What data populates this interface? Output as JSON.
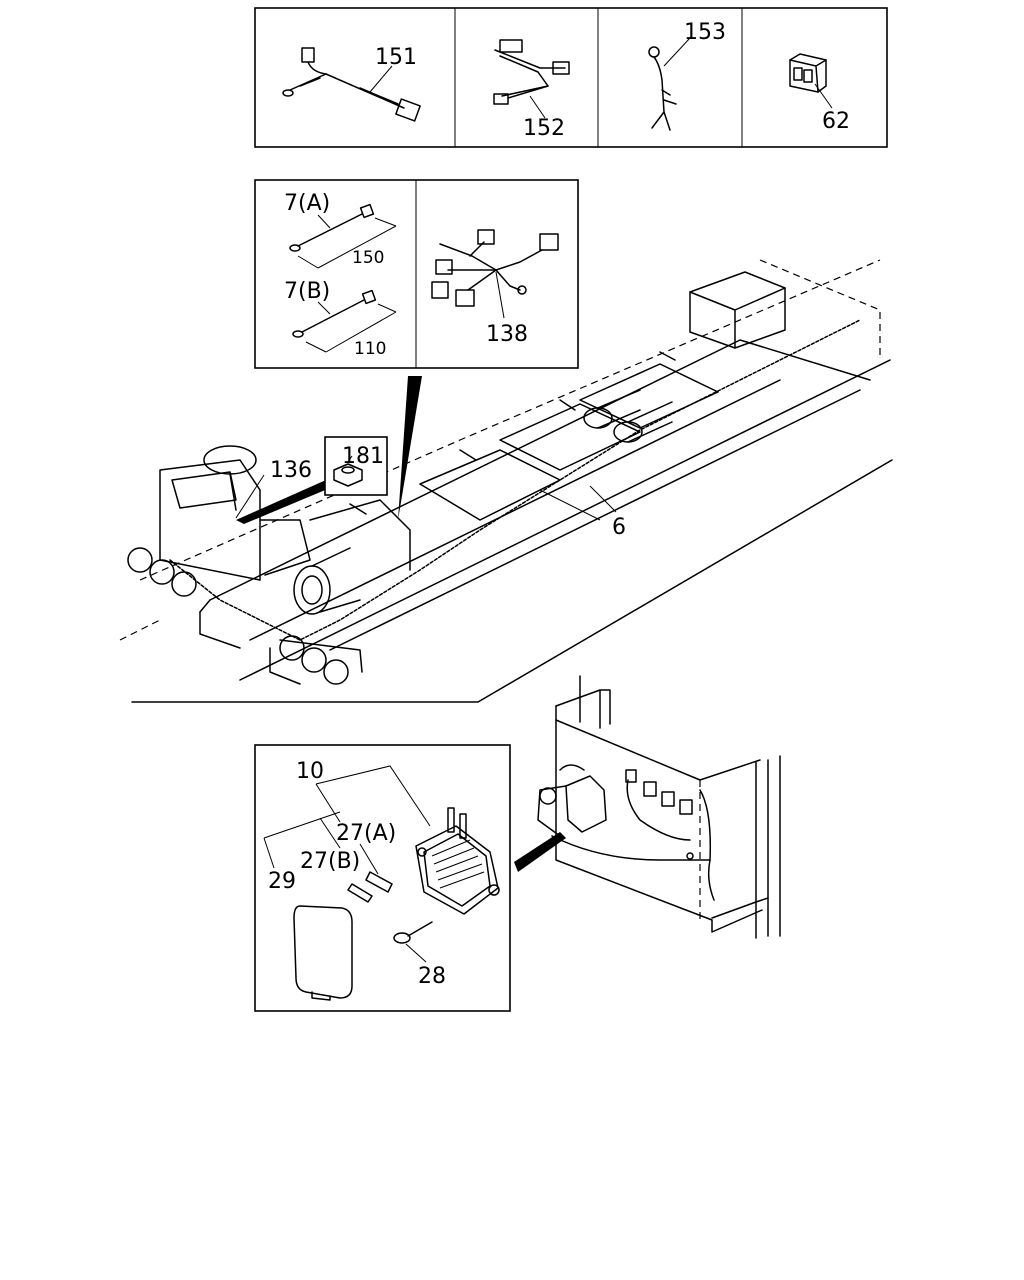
{
  "diagram": {
    "parts": {
      "p151": "151",
      "p152": "152",
      "p153": "153",
      "p62": "62",
      "p7a": "7(A)",
      "d150": "150",
      "p7b": "7(B)",
      "d110": "110",
      "p138": "138",
      "p181": "181",
      "p136": "136",
      "p6": "6",
      "p10": "10",
      "p27a": "27(A)",
      "p27b": "27(B)",
      "p29": "29",
      "p28": "28"
    }
  }
}
